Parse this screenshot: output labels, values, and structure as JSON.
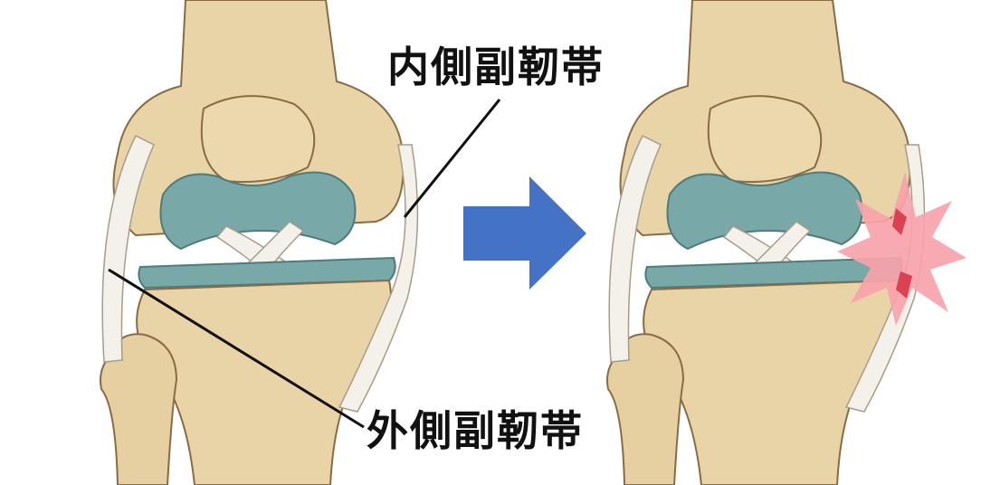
{
  "labels": {
    "medial_collateral_ligament": "内側副靭帯",
    "lateral_collateral_ligament": "外側副靭帯"
  },
  "colors": {
    "bone": "#e9d4a7",
    "bone_outline": "#8a6b45",
    "cartilage": "#78a8a8",
    "ligament": "#f4f0ea",
    "arrow": "#4472c4",
    "injury": "#f7a3ab"
  },
  "arrow_icon": "right-arrow",
  "injury_icon": "starburst"
}
